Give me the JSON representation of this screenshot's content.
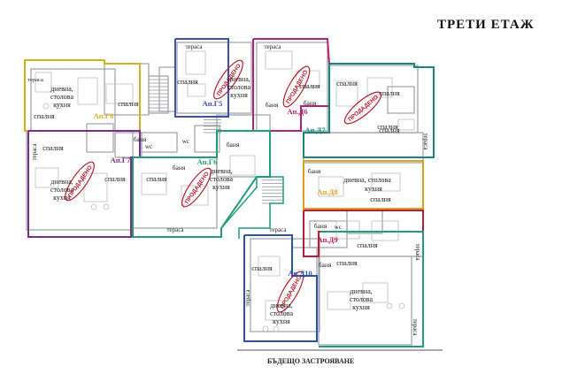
{
  "plan": {
    "title": "ТРЕТИ ЕТАЖ",
    "footer": "БЪДЕЩО ЗАСТРОЯВАНЕ",
    "sold_stamp": "ПРОДАДЕНО",
    "apartments": [
      {
        "id": "G8",
        "label": "Ап.Г8",
        "color": "#d4b21e",
        "sold": false
      },
      {
        "id": "G5",
        "label": "Ап.Г5",
        "color": "#3a4fb0",
        "sold": true
      },
      {
        "id": "D6",
        "label": "Ап.Д6",
        "color": "#b5227a",
        "sold": true
      },
      {
        "id": "D7",
        "label": "Ап.Д7",
        "color": "#16877a",
        "sold": true
      },
      {
        "id": "G7",
        "label": "Ап.Г7",
        "color": "#7b2d8e",
        "sold": true
      },
      {
        "id": "G6",
        "label": "Ап.Г6",
        "color": "#1f9e7a",
        "sold": true
      },
      {
        "id": "D8",
        "label": "Ап.Д8",
        "color": "#e0a21a",
        "sold": false
      },
      {
        "id": "D9",
        "label": "Ап.Д9",
        "color": "#c2183a",
        "sold": false
      },
      {
        "id": "D10",
        "label": "Ап.Д10",
        "color": "#2d4fb0",
        "sold": true
      }
    ],
    "rooms": {
      "living": "дневна, столова кухня",
      "living_lines": [
        "дневна,",
        "столова",
        "кухня"
      ],
      "bedroom": "спалня",
      "bath": "баня",
      "wc": "wc",
      "terrace": "тераса"
    }
  }
}
